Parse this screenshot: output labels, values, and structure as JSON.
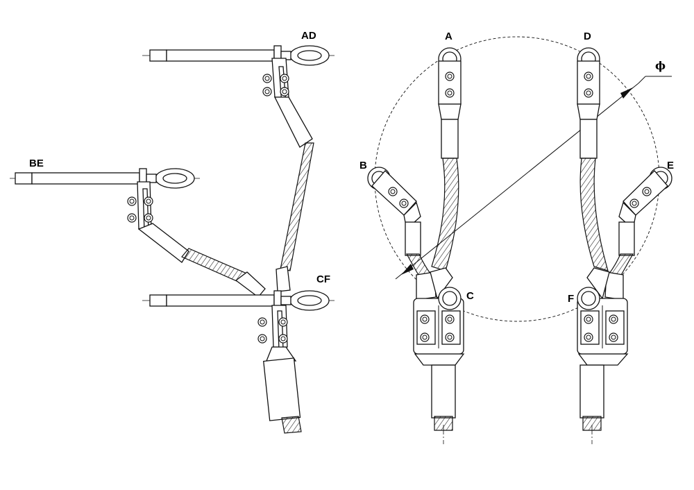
{
  "labels": {
    "side_view_top": "AD",
    "side_view_middle": "BE",
    "side_view_bottom": "CF",
    "phase_a": "A",
    "phase_b": "B",
    "phase_c": "C",
    "phase_d": "D",
    "phase_e": "E",
    "phase_f": "F",
    "diameter_symbol": "ϕ"
  },
  "colors": {
    "line": "#111111",
    "background": "#ffffff"
  }
}
